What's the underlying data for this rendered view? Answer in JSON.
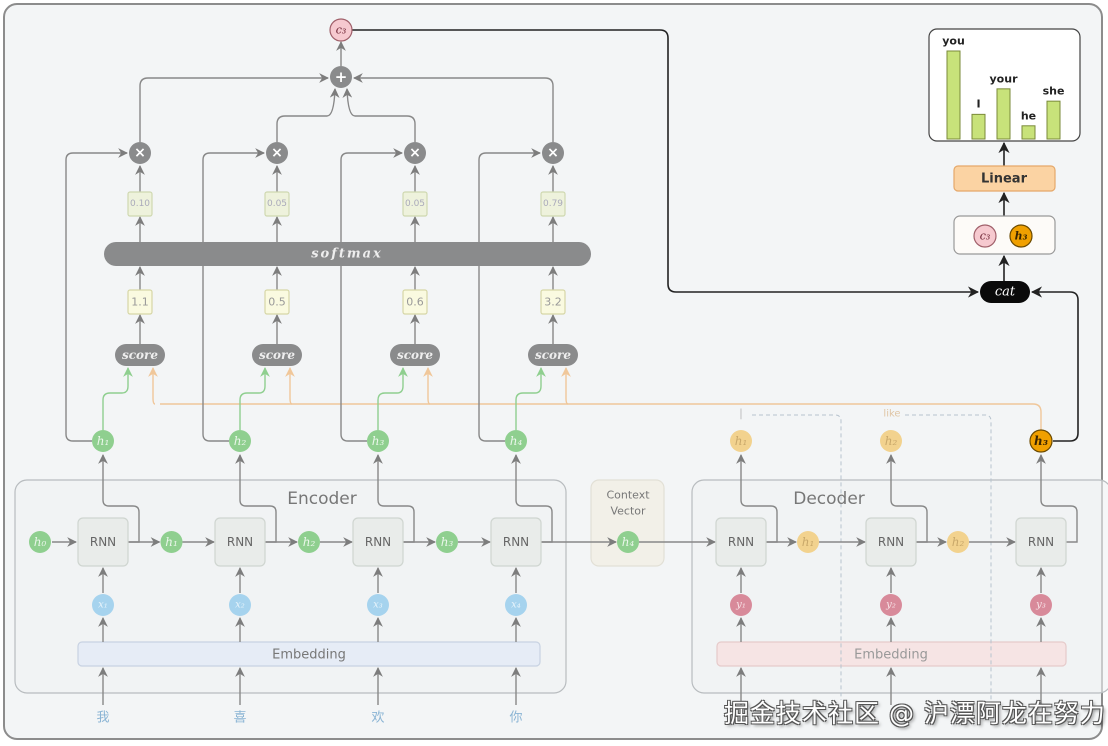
{
  "title": "Seq2Seq with Attention (RNN Encoder-Decoder)",
  "encoder": {
    "label": "Encoder",
    "initial_state": "h0",
    "rnn_label": "RNN",
    "hidden_states": [
      "h1",
      "h2",
      "h3",
      "h4"
    ],
    "chain_states": [
      "h1",
      "h2",
      "h3"
    ],
    "inputs": [
      "x1",
      "x2",
      "x3",
      "x4"
    ],
    "embedding_label": "Embedding",
    "tokens": [
      "我",
      "喜",
      "欢",
      "你"
    ]
  },
  "context_vector": {
    "label_line1": "Context",
    "label_line2": "Vector",
    "state": "h4"
  },
  "decoder": {
    "label": "Decoder",
    "rnn_label": "RNN",
    "chain_states": [
      "h1",
      "h2"
    ],
    "outputs": [
      "h1",
      "h2",
      "h3"
    ],
    "inputs": [
      "y1",
      "y2",
      "y3"
    ],
    "embedding_label": "Embedding",
    "faded_words": [
      "I",
      "like"
    ]
  },
  "attention": {
    "score_label": "score",
    "softmax_label": "softmax",
    "scores": [
      "1.1",
      "0.5",
      "0.6",
      "3.2"
    ],
    "weights": [
      "0.10",
      "0.05",
      "0.05",
      "0.79"
    ],
    "multiply_symbol": "×",
    "sum_symbol": "+",
    "context_output": "c3"
  },
  "output_head": {
    "concat_label": "cat",
    "concat_inputs": [
      "c3",
      "h3"
    ],
    "linear_label": "Linear"
  },
  "chart_data": {
    "type": "bar",
    "title": "",
    "categories": [
      "you",
      "I",
      "your",
      "he",
      "she"
    ],
    "values": [
      1.0,
      0.28,
      0.57,
      0.15,
      0.43
    ],
    "xlabel": "",
    "ylabel": "",
    "ylim": [
      0,
      1
    ],
    "grid": false,
    "bar_color": "#c8e27a"
  },
  "colors": {
    "encoder_state": "#8fcf8f",
    "decoder_state": "#f2d28e",
    "decoder_current": "#f0a000",
    "input_x": "#a6d3ee",
    "input_y": "#d88a9a",
    "context_c": "#f6c9cf",
    "op_node": "#8a8b8c",
    "linear": "#fbd3a3"
  },
  "watermark": "掘金技术社区 @ 沪漂阿龙在努力"
}
